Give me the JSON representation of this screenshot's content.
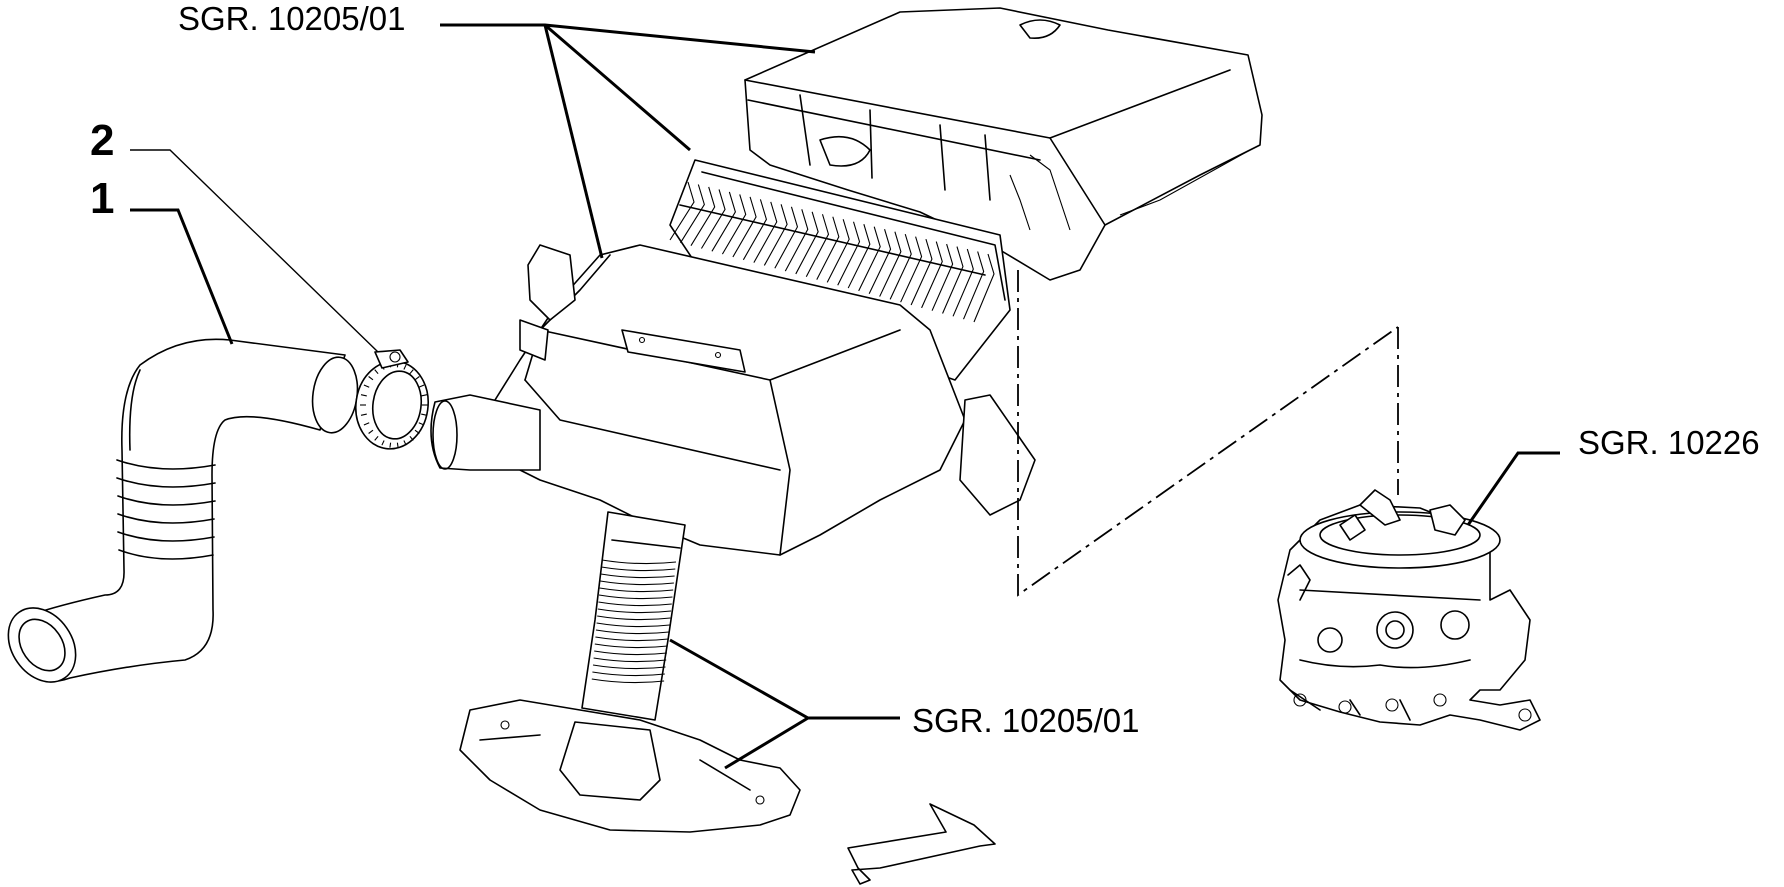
{
  "callouts": {
    "top_ref": "SGR. 10205/01",
    "bottom_ref": "SGR. 10205/01",
    "carb_ref": "SGR. 10226",
    "part_2": "2",
    "part_1": "1"
  }
}
